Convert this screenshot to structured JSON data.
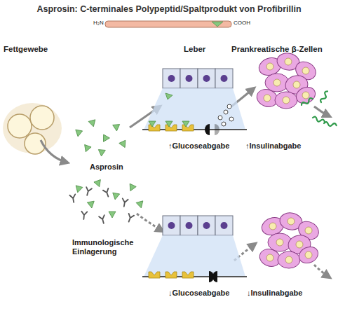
{
  "diagram": {
    "title": "Asprosin: C-terminales Polypeptid/Spaltprodukt von Profibrillin",
    "labels": [
      "H₂N",
      "COOH",
      "Fettgewebe",
      "Leber",
      "Prankreatische β-Zellen",
      "Asprosin",
      "↑Glucoseabgabe",
      "↑Insulinabgabe",
      "Immunologische Einlagerung",
      "↓Glucoseabgabe",
      "↓Insulinabgabe"
    ]
  }
}
